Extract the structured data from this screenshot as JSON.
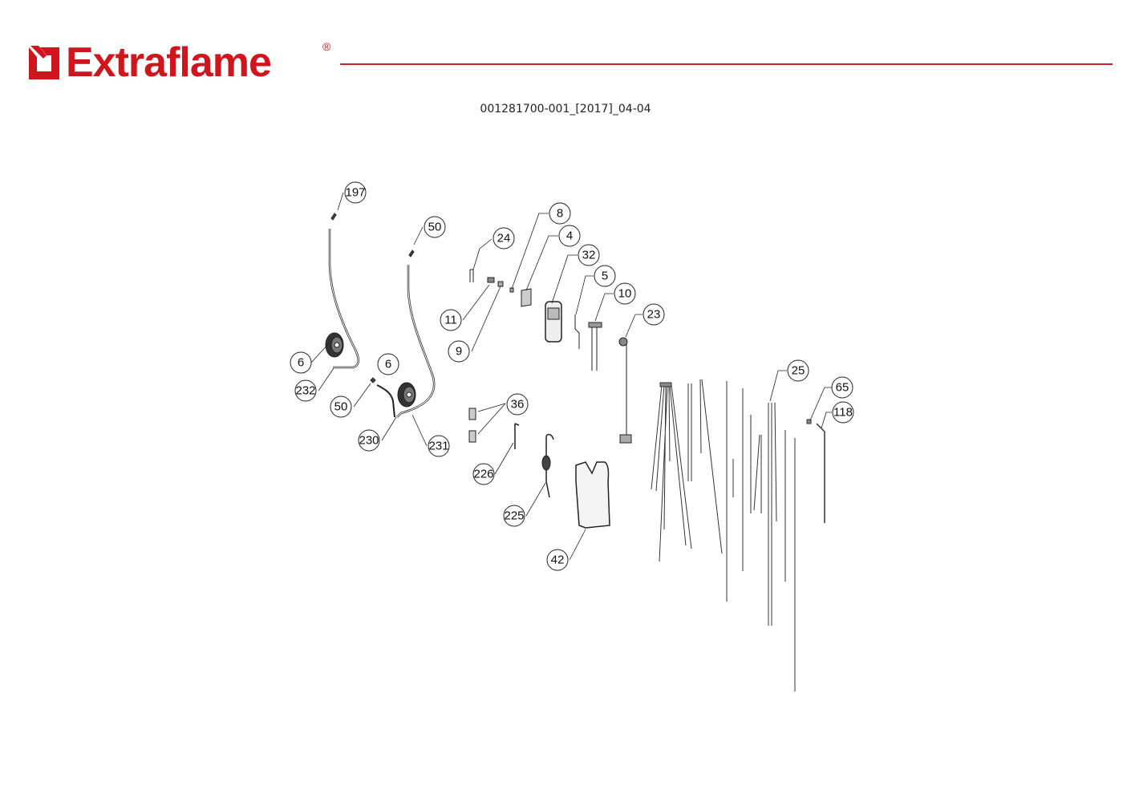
{
  "header": {
    "brand": "Extraflame",
    "registered_mark": "®",
    "document_code": "001281700-001_[2017]_04-04",
    "brand_color": "#d0151c",
    "rule_color": "#c8242b"
  },
  "diagram": {
    "callouts": [
      {
        "id": "c197",
        "label": "197"
      },
      {
        "id": "c50a",
        "label": "50"
      },
      {
        "id": "c24",
        "label": "24"
      },
      {
        "id": "c8",
        "label": "8"
      },
      {
        "id": "c4",
        "label": "4"
      },
      {
        "id": "c32",
        "label": "32"
      },
      {
        "id": "c5",
        "label": "5"
      },
      {
        "id": "c10",
        "label": "10"
      },
      {
        "id": "c23",
        "label": "23"
      },
      {
        "id": "c11",
        "label": "11"
      },
      {
        "id": "c9",
        "label": "9"
      },
      {
        "id": "c6a",
        "label": "6"
      },
      {
        "id": "c232",
        "label": "232"
      },
      {
        "id": "c6b",
        "label": "6"
      },
      {
        "id": "c50b",
        "label": "50"
      },
      {
        "id": "c230",
        "label": "230"
      },
      {
        "id": "c231",
        "label": "231"
      },
      {
        "id": "c36",
        "label": "36"
      },
      {
        "id": "c226",
        "label": "226"
      },
      {
        "id": "c225",
        "label": "225"
      },
      {
        "id": "c42",
        "label": "42"
      },
      {
        "id": "c25",
        "label": "25"
      },
      {
        "id": "c65",
        "label": "65"
      },
      {
        "id": "c118",
        "label": "118"
      }
    ]
  }
}
